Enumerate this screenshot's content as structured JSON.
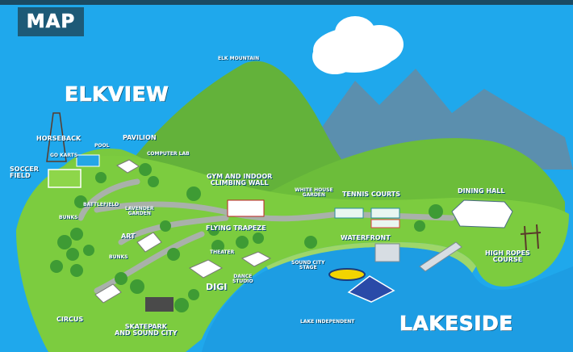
{
  "header": {
    "title": "MAP"
  },
  "regions": {
    "elkview": "ELKVIEW",
    "lakeside": "LAKESIDE"
  },
  "labels": {
    "elk_mountain": "ELK MOUNTAIN",
    "horseback": "HORSEBACK",
    "go_karts": "GO KARTS",
    "pool": "POOL",
    "pavilion": "PAVILION",
    "computer_lab": "COMPUTER LAB",
    "soccer_field": "SOCCER\nFIELD",
    "lavender_garden": "LAVENDER\nGARDEN",
    "battlefield": "BATTLEFIELD",
    "bunks_left": "BUNKS",
    "gym": "GYM AND INDOOR\nCLIMBING WALL",
    "white_house_garden": "WHITE HOUSE\nGARDEN",
    "tennis_courts": "TENNIS COURTS",
    "dining_hall": "DINING HALL",
    "art": "ART",
    "bunks_mid": "BUNKS",
    "flying_trapeze": "FLYING TRAPEZE",
    "theater": "THEATER",
    "waterfront": "WATERFRONT",
    "high_ropes": "HIGH ROPES\nCOURSE",
    "sound_city_stage": "SOUND CITY\nSTAGE",
    "digi": "DIGI",
    "dance_studio": "DANCE\nSTUDIO",
    "circus": "CIRCUS",
    "skatepark": "SKATEPARK\nAND SOUND CITY",
    "lake_independent": "LAKE INDEPENDENT"
  },
  "colors": {
    "sky": "#1fa8ec",
    "mountain_far": "#5b8fae",
    "mountain_green": "#6cbd3a",
    "grass": "#7ccc3f",
    "lake": "#1d9de3",
    "path": "#9fa8a0"
  }
}
